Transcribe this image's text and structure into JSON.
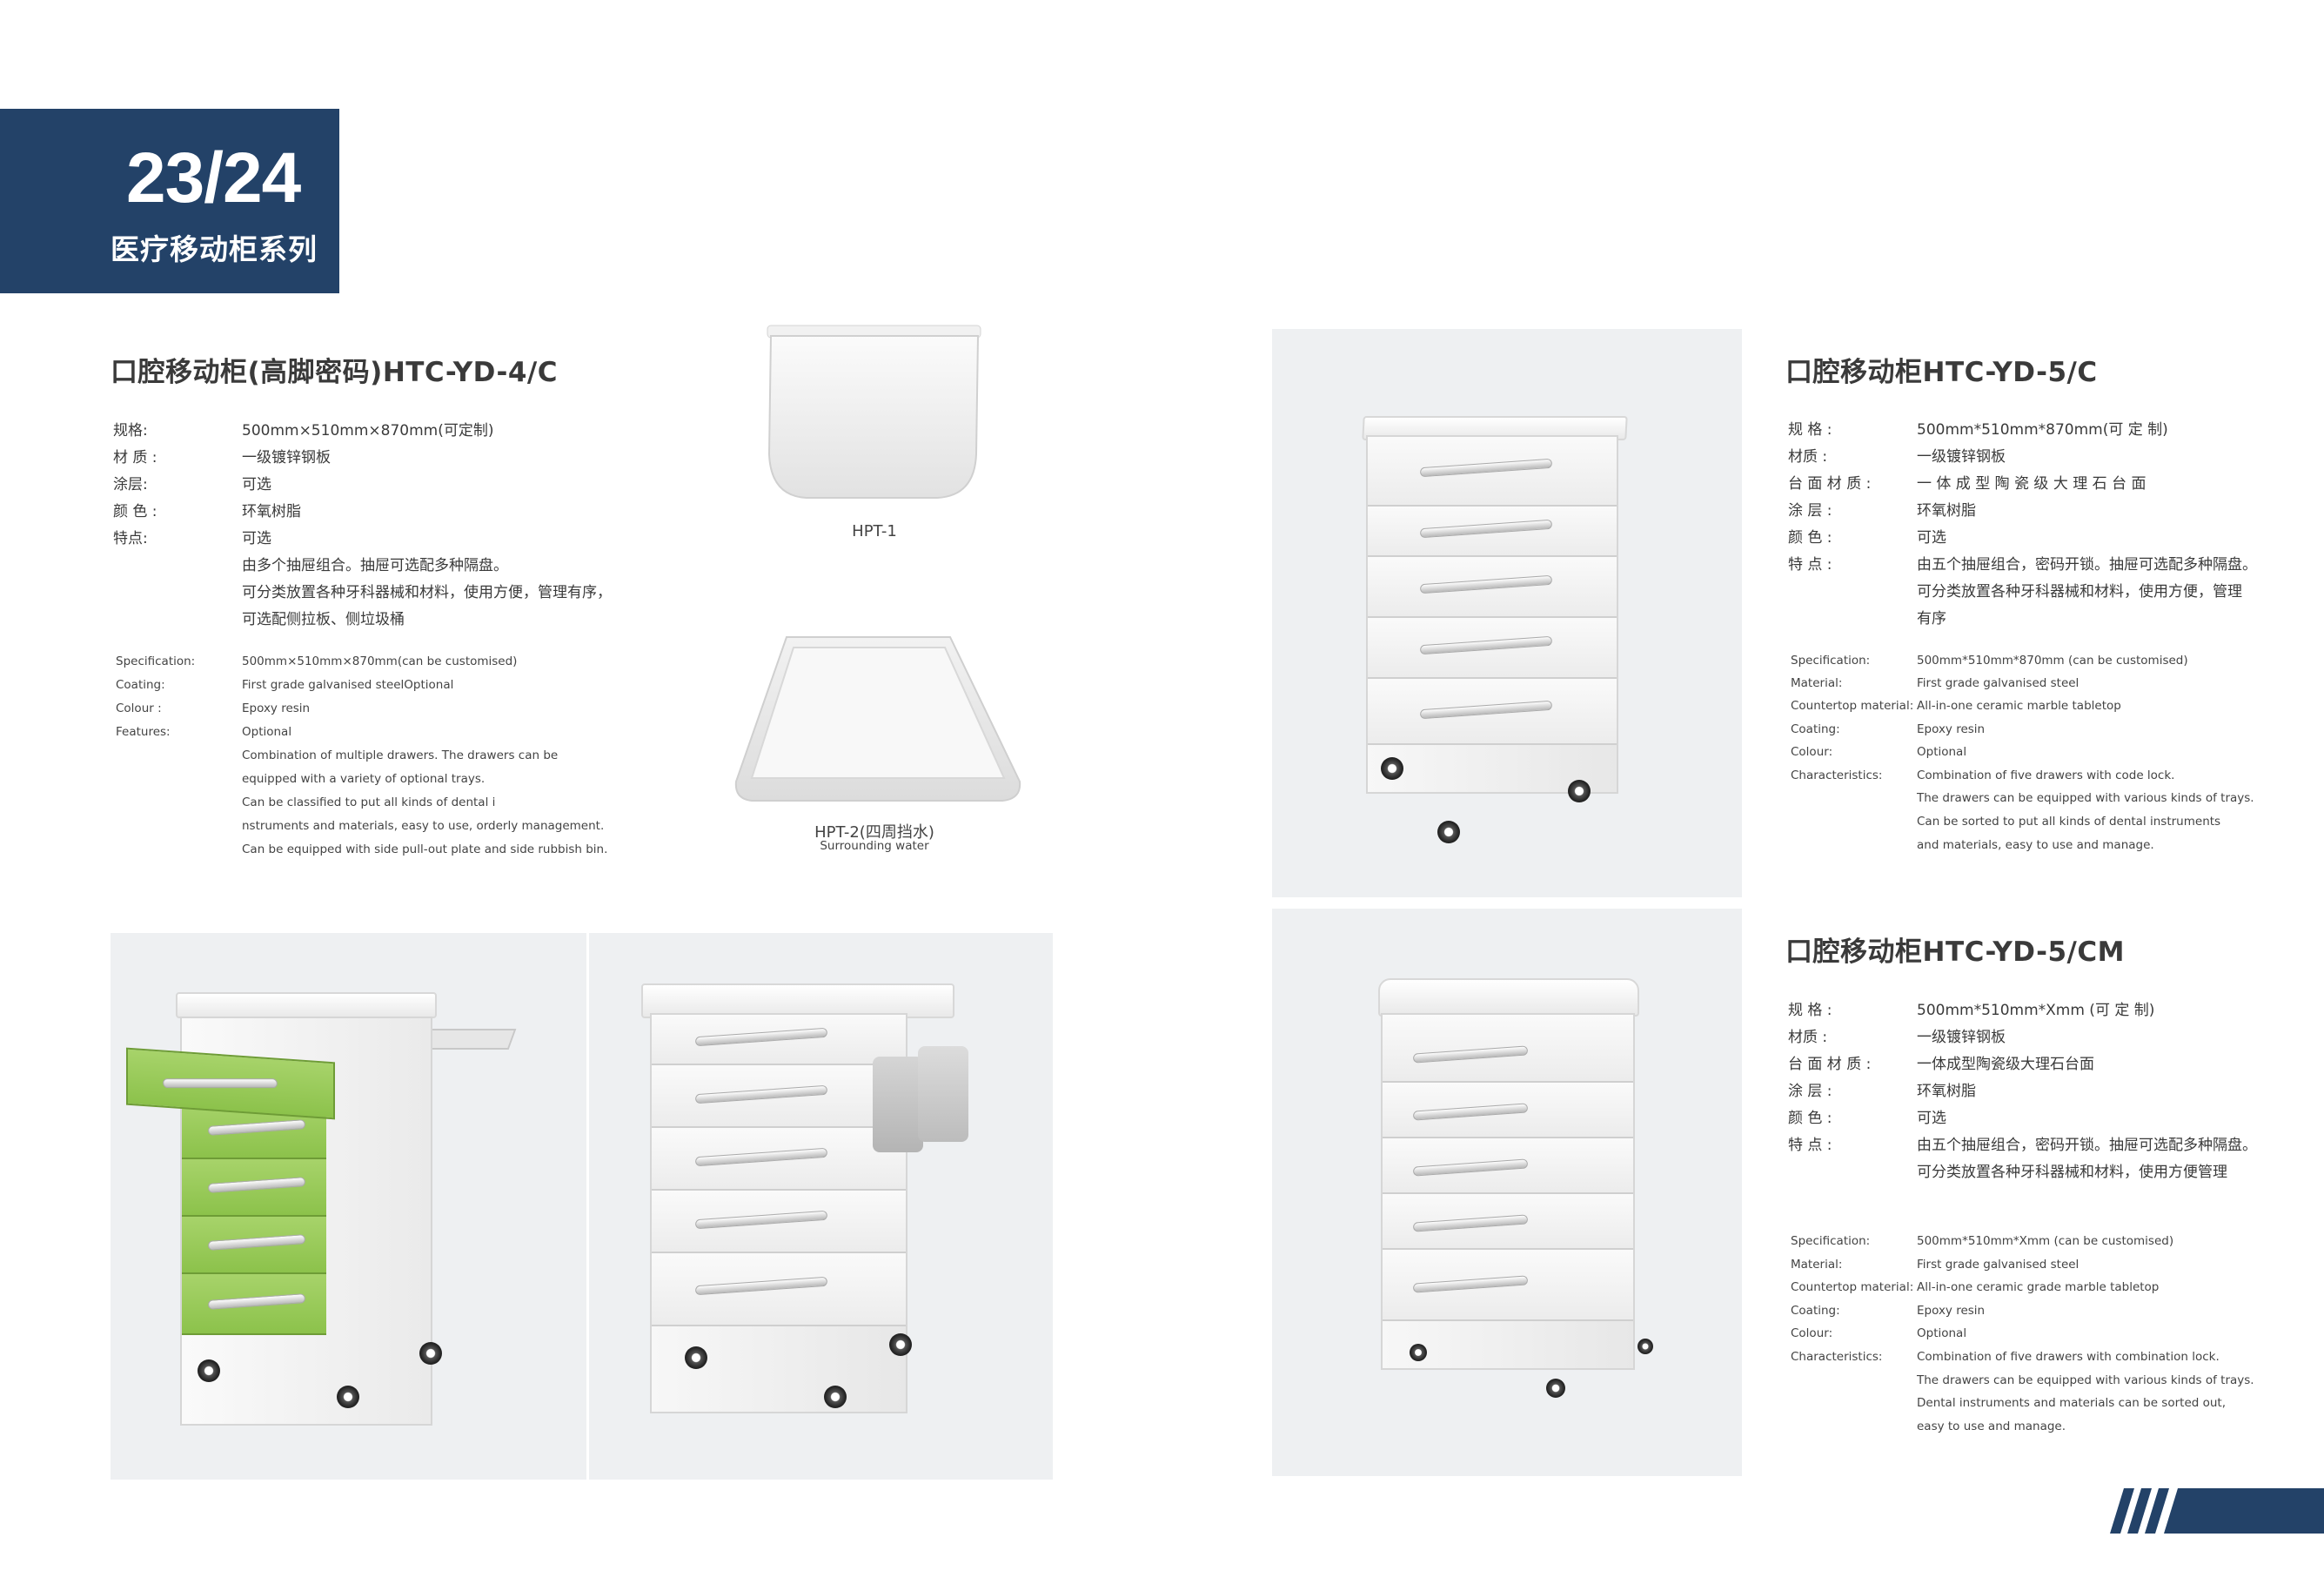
{
  "header": {
    "page_number": "23/24",
    "series": "医疗移动柜系列"
  },
  "product_a": {
    "title": "口腔移动柜(高脚密码)HTC-YD-4/C",
    "specs_cn": [
      {
        "key": "规格:",
        "val": "500mm×510mm×870mm(可定制)"
      },
      {
        "key": "材 质 :",
        "val": "一级镀锌钢板"
      },
      {
        "key": "涂层:",
        "val": "可选"
      },
      {
        "key": "颜 色 :",
        "val": "环氧树脂"
      },
      {
        "key": "特点:",
        "val": "可选"
      }
    ],
    "features_cn": [
      "由多个抽屉组合。抽屉可选配多种隔盘。",
      "可分类放置各种牙科器械和材料，使用方便，管理有序，",
      "可选配侧拉板、侧垃圾桶"
    ],
    "specs_en": [
      {
        "key": "Specification:",
        "val": "500mm×510mm×870mm(can be customised)"
      },
      {
        "key": "Coating:",
        "val": "First grade galvanised steelOptional"
      },
      {
        "key": "Colour :",
        "val": "Epoxy resin"
      },
      {
        "key": "Features:",
        "val": "Optional"
      }
    ],
    "features_en": [
      "Combination of multiple drawers. The drawers can be",
      "equipped with a variety of optional trays.",
      "Can be classified to put all kinds of dental i",
      "nstruments and materials, easy to use, orderly management.",
      "Can be equipped with side pull-out plate and side rubbish bin."
    ]
  },
  "trays": {
    "hpt1": "HPT-1",
    "hpt2": "HPT-2(四周挡水)",
    "hpt2_en": "Surrounding water"
  },
  "product_b": {
    "title": "口腔移动柜HTC-YD-5/C",
    "specs_cn": [
      {
        "key": "规 格 :",
        "val": "500mm*510mm*870mm(可 定 制)"
      },
      {
        "key": "材质 :",
        "val": "一级镀锌钢板"
      },
      {
        "key": "台 面 材 质 :",
        "val": " 一 体 成 型 陶 瓷 级 大 理 石 台 面"
      },
      {
        "key": "涂 层 :",
        "val": " 环氧树脂"
      },
      {
        "key": "颜 色 :",
        "val": "可选"
      },
      {
        "key": "特 点 :",
        "val": "由五个抽屉组合，密码开锁。抽屉可选配多种隔盘。"
      }
    ],
    "features_cn": [
      "可分类放置各种牙科器械和材料，使用方便，管理",
      "有序"
    ],
    "specs_en": [
      {
        "key": "Specification:",
        "val": "500mm*510mm*870mm (can be customised)"
      },
      {
        "key": "Material:",
        "val": "First grade galvanised steel"
      },
      {
        "key": "Countertop material:",
        "val": " All-in-one ceramic marble tabletop"
      },
      {
        "key": "Coating:",
        "val": "Epoxy resin"
      },
      {
        "key": "Colour:",
        "val": "Optional"
      },
      {
        "key": "Characteristics:",
        "val": "Combination of five drawers with code lock."
      }
    ],
    "features_en": [
      "The drawers can be equipped with various kinds of trays.",
      "Can be sorted to put all kinds of dental instruments",
      " and materials, easy to use and manage."
    ]
  },
  "product_c": {
    "title": "口腔移动柜HTC-YD-5/CM",
    "specs_cn": [
      {
        "key": "规 格 :",
        "val": "500mm*510mm*Xmm (可 定 制)"
      },
      {
        "key": "材质 :",
        "val": "一级镀锌钢板"
      },
      {
        "key": "台 面 材 质 :",
        "val": "一体成型陶瓷级大理石台面"
      },
      {
        "key": "涂 层 :",
        "val": " 环氧树脂"
      },
      {
        "key": "颜 色 :",
        "val": "可选"
      },
      {
        "key": "特 点 :",
        "val": "由五个抽屉组合，密码开锁。抽屉可选配多种隔盘。"
      }
    ],
    "features_cn": [
      "可分类放置各种牙科器械和材料，使用方便管理"
    ],
    "specs_en": [
      {
        "key": "Specification:",
        "val": "500mm*510mm*Xmm (can be customised)"
      },
      {
        "key": "Material:",
        "val": "First grade galvanised steel"
      },
      {
        "key": "Countertop material:",
        "val": "All-in-one ceramic grade marble tabletop"
      },
      {
        "key": "Coating:",
        "val": "Epoxy resin"
      },
      {
        "key": "Colour:",
        "val": "Optional"
      },
      {
        "key": "Characteristics:",
        "val": "Combination of five drawers with combination lock."
      }
    ],
    "features_en": [
      "The drawers can be equipped with various kinds of trays.",
      "Dental instruments and materials can be sorted out,",
      "easy to use and manage."
    ]
  },
  "colors": {
    "brand_navy": "#234268",
    "panel_bg": "#eef0f2",
    "drawer_green": "#8cc24b"
  }
}
